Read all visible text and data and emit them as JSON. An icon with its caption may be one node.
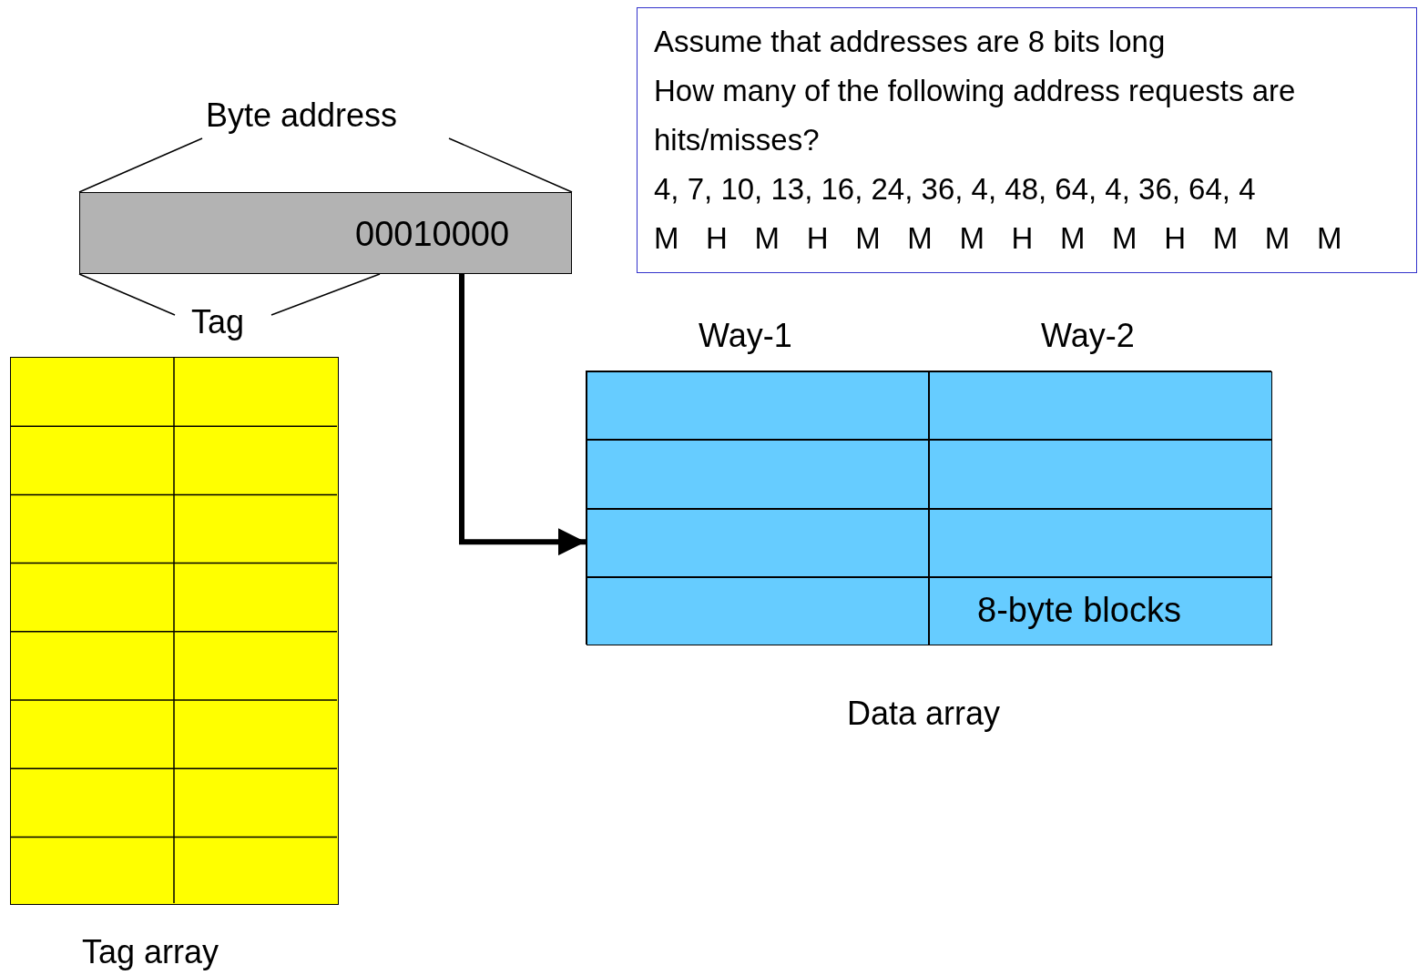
{
  "diagram": {
    "nodes": [
      {
        "text": [
          "Assume that addresses are 8 bits long",
          "How many of the following address requests are hits/misses?",
          "4, 7, 10, 13, 16, 24, 36, 4, 48, 64, 4, 36, 64, 4",
          "M H M H M M M H M M H M M M"
        ]
      },
      {
        "text": [
          "00010000"
        ]
      },
      {
        "text": [],
        "shape": "box",
        "beside": [
          "Tag array"
        ]
      },
      {
        "text": [],
        "shape": "box",
        "beside": [
          "Data array"
        ]
      },
      {
        "text": [],
        "shape": "box",
        "in": 3
      },
      {
        "text": [],
        "shape": "box",
        "in": 3
      },
      {
        "text": [],
        "shape": "box",
        "in": 3
      },
      {
        "text": [],
        "shape": "box",
        "in": 3
      },
      {
        "text": [],
        "shape": "box",
        "in": 3
      },
      {
        "text": [],
        "shape": "box",
        "in": 3
      },
      {
        "text": [],
        "shape": "box",
        "in": 3
      },
      {
        "text": [
          "8-byte blocks"
        ],
        "in": 3
      }
    ],
    "edges": [
      {
        "from": 1,
        "to": 8,
        "arrow": "to"
      }
    ],
    "labels": [
      "Byte address",
      "Tag",
      "Way-1",
      "Way-2"
    ]
  }
}
